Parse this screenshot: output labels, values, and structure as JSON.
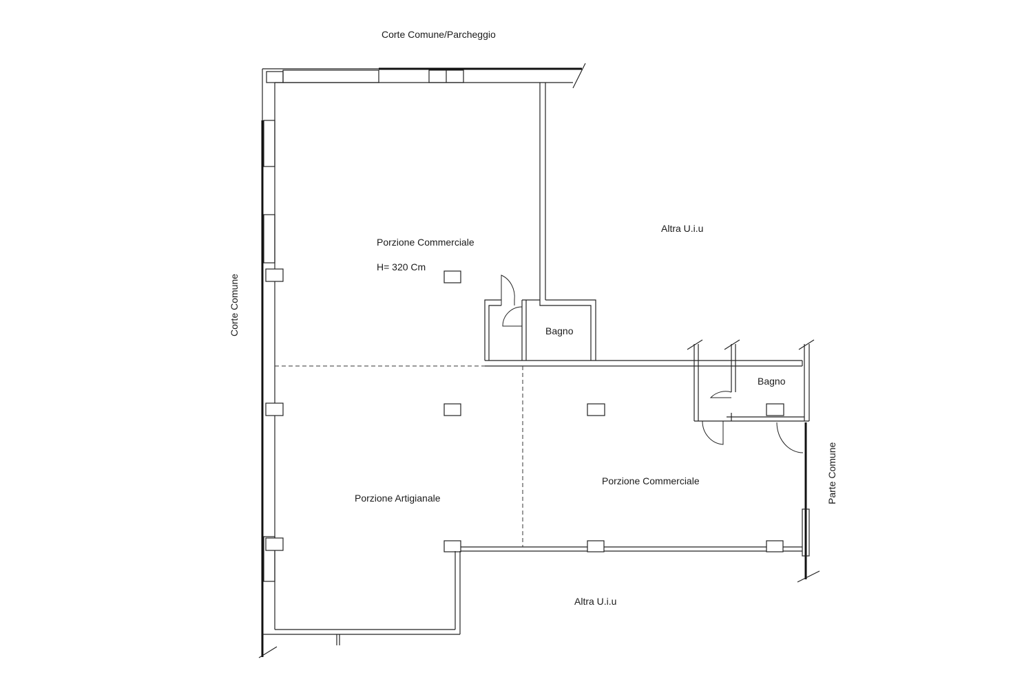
{
  "labels": {
    "top_courtyard": "Corte Comune/Parcheggio",
    "left_courtyard": "Corte Comune",
    "right_common": "Parte Comune",
    "other_unit_top": "Altra U.i.u",
    "other_unit_bottom": "Altra U.i.u",
    "commercial_top": "Porzione Commerciale",
    "height_note": "H= 320 Cm",
    "bathroom_1": "Bagno",
    "bathroom_2": "Bagno",
    "artisan": "Porzione Artigianale",
    "commercial_bottom": "Porzione Commerciale"
  }
}
